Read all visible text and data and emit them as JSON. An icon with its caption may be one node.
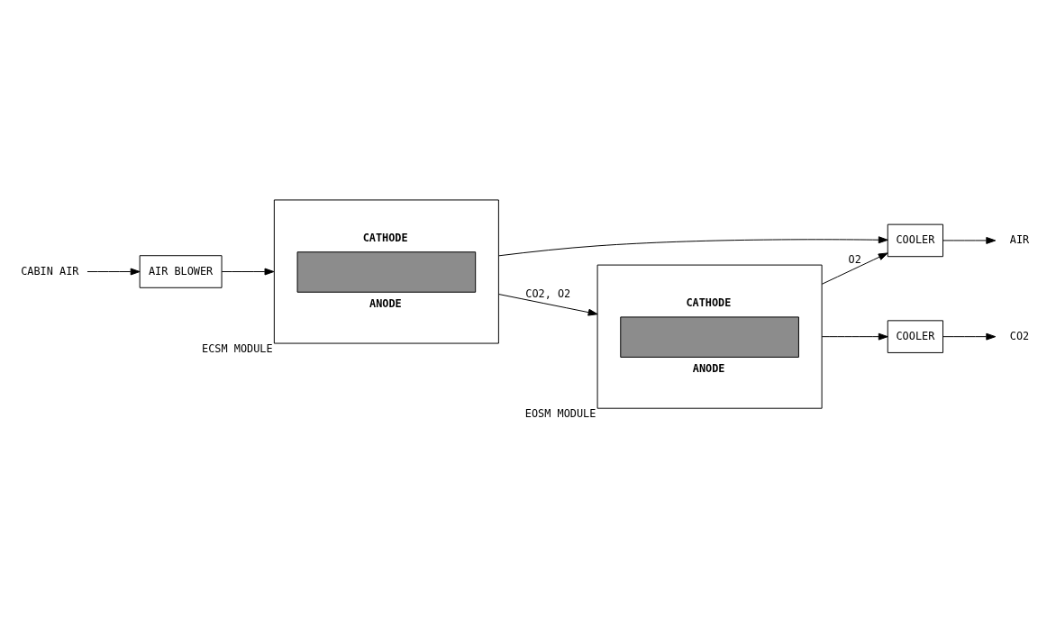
{
  "diagram": {
    "nodes": [
      {
        "text": [
          "CABIN AIR"
        ]
      },
      {
        "text": [
          "AIR BLOWER"
        ]
      },
      {
        "text": [
          "CATHODE",
          "ANODE"
        ],
        "beside": [
          "ECSM MODULE"
        ]
      },
      {
        "text": [
          "COOLER"
        ]
      },
      {
        "text": [
          "AIR"
        ]
      },
      {
        "text": [
          "CATHODE",
          "ANODE"
        ],
        "beside": [
          "EOSM MODULE"
        ]
      },
      {
        "text": [
          "COOLER"
        ]
      },
      {
        "text": [
          "CO2"
        ]
      }
    ],
    "edges": [
      {
        "from": 0,
        "to": 1,
        "arrow": "to"
      },
      {
        "from": 1,
        "to": 2,
        "arrow": "to"
      },
      {
        "from": 2,
        "to": 3,
        "arrow": "to"
      },
      {
        "from": 3,
        "to": 4,
        "arrow": "to"
      },
      {
        "from": 2,
        "to": 5,
        "arrow": "to",
        "label": "CO2, O2"
      },
      {
        "from": 5,
        "to": 6,
        "arrow": "to"
      },
      {
        "from": 6,
        "to": 7,
        "arrow": "to"
      },
      {
        "from": 5,
        "to": 3,
        "arrow": "to",
        "label": "O2"
      }
    ]
  }
}
